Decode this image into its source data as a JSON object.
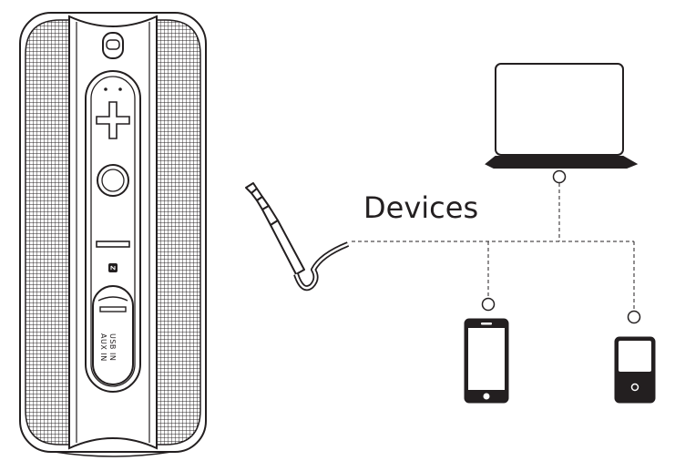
{
  "diagram": {
    "label": "Devices",
    "port_labels": {
      "usb": "USB IN",
      "aux": "AUX IN"
    },
    "devices": [
      {
        "name": "laptop-icon"
      },
      {
        "name": "smartphone-icon"
      },
      {
        "name": "audio-player-icon"
      },
      {
        "name": "aux-cable-icon"
      }
    ],
    "speaker": {
      "buttons": [
        "plus-icon",
        "power-icon",
        "minus-icon",
        "nfc-icon"
      ]
    },
    "colors": {
      "line": "#231f20",
      "fill": "#ffffff"
    }
  }
}
